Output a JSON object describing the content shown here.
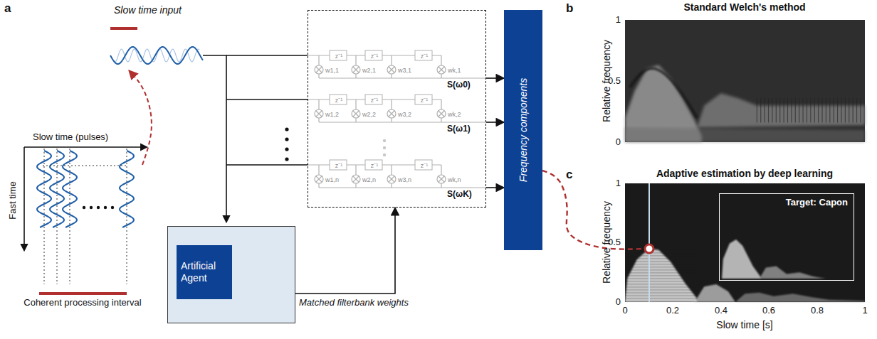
{
  "diagram": {
    "nodes": [
      {
        "text": [
          "z⁻¹",
          "z⁻¹",
          "z⁻¹",
          "w1,1",
          "w2,1",
          "w3,1",
          "wk,1",
          "z⁻¹",
          "z⁻¹",
          "z⁻¹",
          "w1,2",
          "w2,2",
          "w3,2",
          "wk,2",
          "z⁻¹",
          "z⁻¹",
          "z⁻¹",
          "w1,n",
          "w2,n",
          "w3,n",
          "wk,n"
        ]
      },
      {
        "text": [
          "Frequency components"
        ]
      },
      {
        "text": [
          "Artificial Agent"
        ]
      },
      {
        "text": [
          "Target: Capon"
        ]
      }
    ],
    "edges": [
      {
        "from": 2,
        "to": 0,
        "arrow": "to",
        "label": "Matched filterbank weights"
      },
      {
        "from": 0,
        "to": 1,
        "arrow": "to",
        "label": "S(ω0)"
      },
      {
        "from": 0,
        "to": 1,
        "arrow": "to",
        "label": "S(ω1)"
      },
      {
        "from": 0,
        "to": 1,
        "arrow": "to",
        "label": "S(ωK)"
      }
    ],
    "labels": [
      "a",
      "Slow time input",
      "Slow time (pulses)",
      "Fast time",
      "Coherent processing interval",
      "b",
      "Standard Welch's method",
      "Relative frequency",
      "1",
      "0.5",
      "0",
      "c",
      "Adaptive estimation by deep learning",
      "Relative frequency",
      "1",
      "0.5",
      "0",
      "0",
      "0.2",
      "0.4",
      "0.6",
      "0.8",
      "1",
      "Slow time [s]"
    ]
  }
}
